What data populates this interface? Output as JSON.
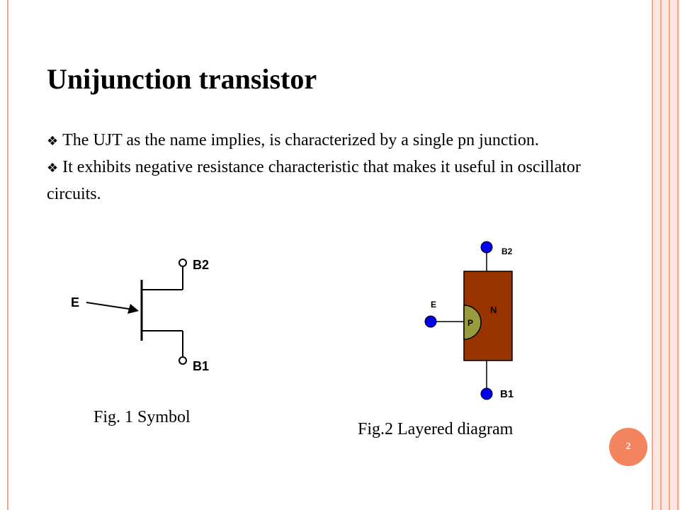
{
  "slide": {
    "title": "Unijunction transistor",
    "bullets": [
      {
        "icon": "diamond-bullet-icon",
        "text": "The UJT as the name implies, is characterized by a single pn junction."
      },
      {
        "icon": "diamond-bullet-icon",
        "text": "It exhibits negative resistance characteristic that makes it useful in oscillator circuits."
      }
    ],
    "page_number": "2",
    "accent_color": "#f4845f"
  },
  "figure1": {
    "caption": "Fig. 1 Symbol",
    "labels": {
      "emitter": "E",
      "base2": "B2",
      "base1": "B1"
    }
  },
  "figure2": {
    "caption": "Fig.2 Layered diagram",
    "labels": {
      "emitter": "E",
      "base2": "B2",
      "base1": "B1",
      "n_region": "N",
      "p_region": "P"
    },
    "colors": {
      "n_region": "#993300",
      "p_region": "#99993d",
      "terminal": "#0000ee"
    }
  }
}
